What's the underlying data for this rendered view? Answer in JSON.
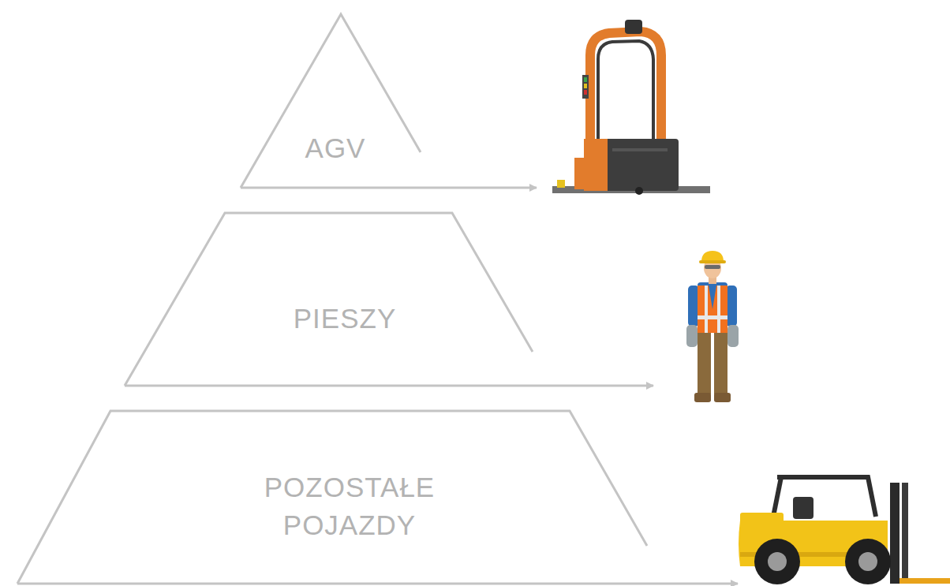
{
  "diagram": {
    "nodes": [
      {
        "text": [
          "AGV"
        ]
      },
      {
        "text": [
          "PIESZY"
        ]
      },
      {
        "text": [
          "POZOSTAŁE POJAZDY"
        ]
      }
    ]
  }
}
